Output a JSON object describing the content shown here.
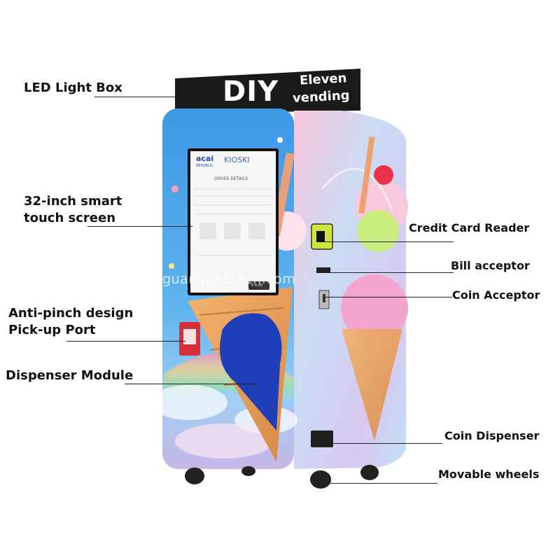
{
  "lightbox": {
    "brand_big": "DIY",
    "brand_line1": "Eleven",
    "brand_line2": "vending"
  },
  "screen": {
    "logo": "acai",
    "logo_sub": "REPUBLIC",
    "app_name": "KIOSKI",
    "heading": "ORDER DETAILS",
    "button": "¥ 4.00"
  },
  "watermark": "guangjiaotech.com",
  "labels": {
    "led_light_box": "LED Light Box",
    "touch_screen_line1": "32-inch smart",
    "touch_screen_line2": "touch screen",
    "anti_pinch_line1": "Anti-pinch design",
    "anti_pinch_line2": "Pick-up Port",
    "dispenser_module": "Dispenser Module",
    "credit_card_reader": "Credit Card Reader",
    "bill_acceptor": "Bill acceptor",
    "coin_acceptor": "Coin Acceptor",
    "coin_dispenser": "Coin Dispenser",
    "movable_wheels": "Movable wheels"
  },
  "colors": {
    "sky_blue": "#3f9fe6",
    "pink": "#f4b8d8",
    "cone": "#e7a160",
    "scoop_blue": "#1f3fb8",
    "lightbox_black": "#1a1a1a",
    "card_reader_green": "#cde43a"
  }
}
